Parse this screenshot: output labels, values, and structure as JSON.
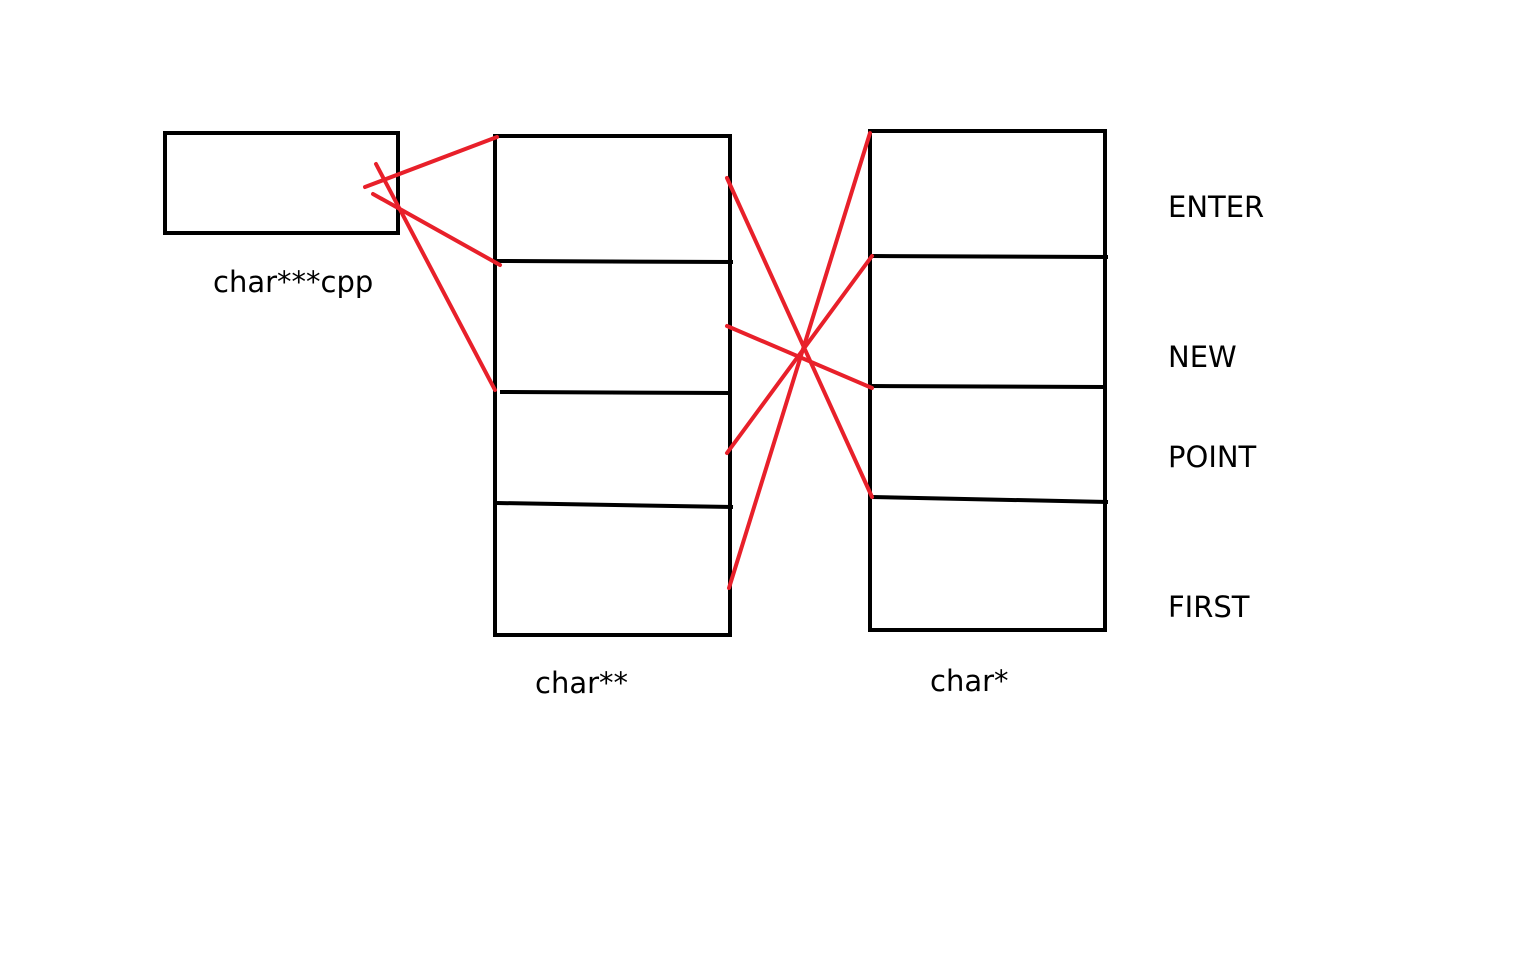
{
  "colors": {
    "box_stroke": "#000000",
    "pointer_stroke": "#e8202a",
    "background": "#ffffff"
  },
  "labels": {
    "cpp": "char***cpp",
    "cpptr_array": "char**",
    "cptr_array": "char*"
  },
  "strings": [
    "ENTER",
    "NEW",
    "POINT",
    "FIRST"
  ],
  "cpptr_array_cells": 4,
  "cptr_array_cells": 4
}
